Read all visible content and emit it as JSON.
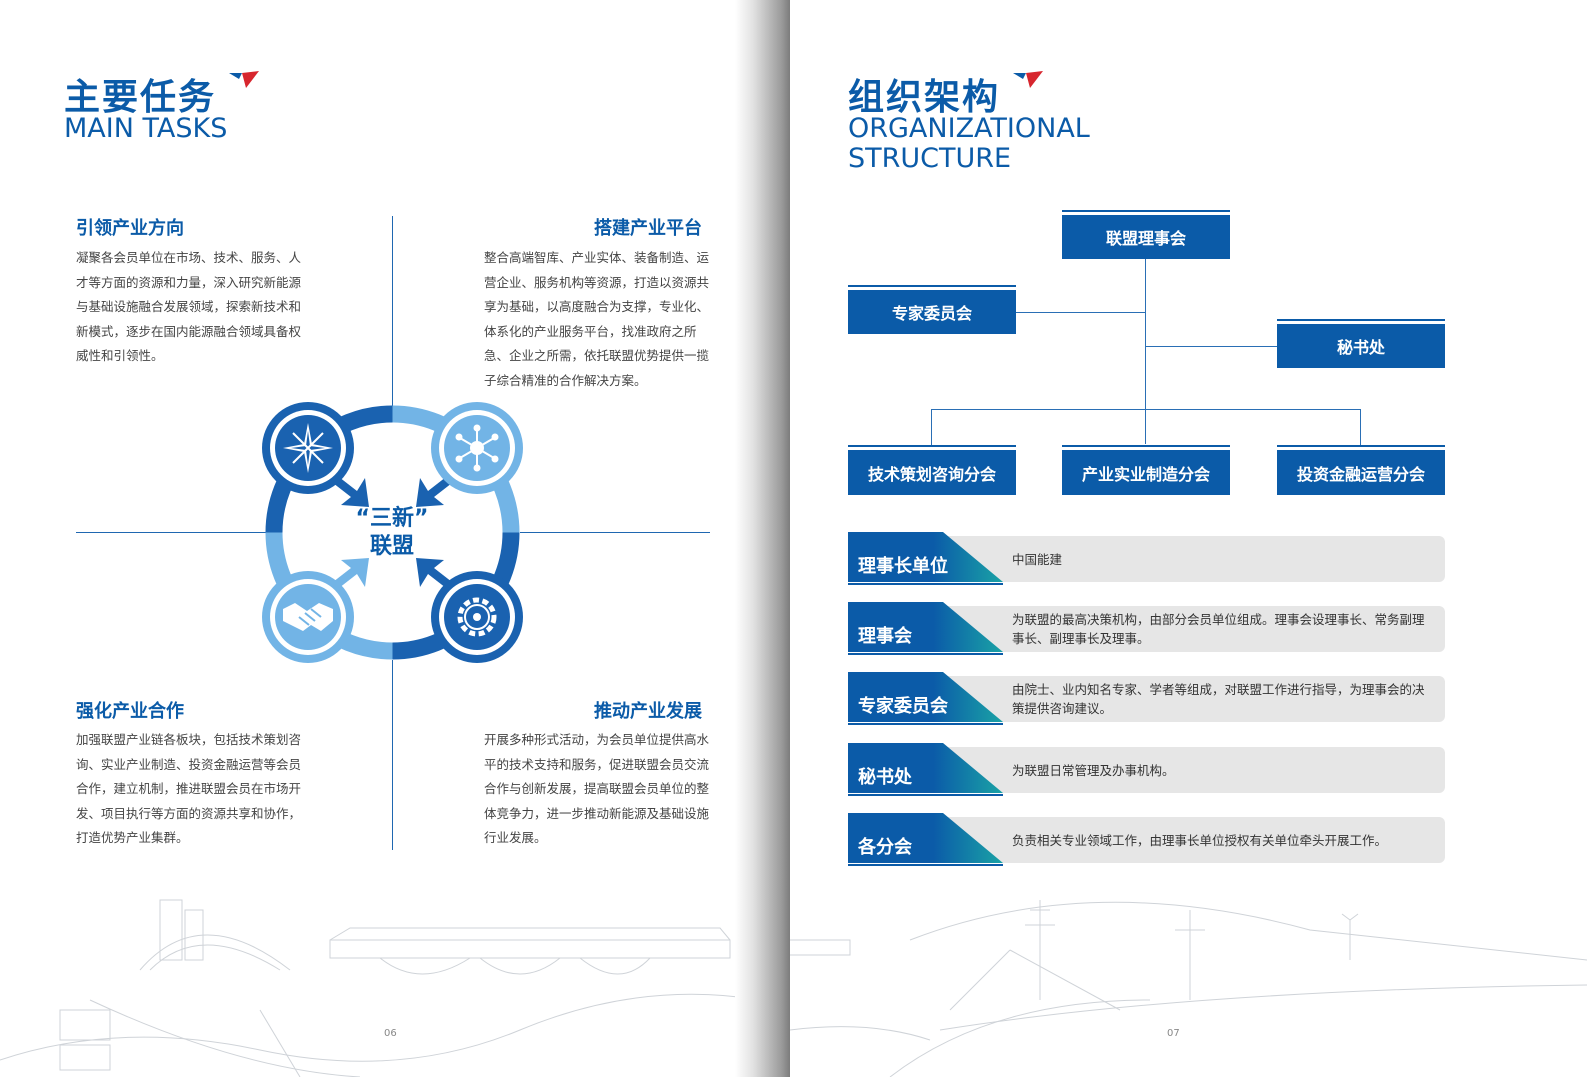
{
  "left": {
    "title_cn": "主要任务",
    "title_en": "MAIN TASKS",
    "sections": [
      {
        "heading": "引领产业方向",
        "body": "凝聚各会员单位在市场、技术、服务、人才等方面的资源和力量，深入研究新能源与基础设施融合发展领域，探索新技术和新模式，逐步在国内能源融合领域具备权威性和引领性。"
      },
      {
        "heading": "搭建产业平台",
        "body": "整合高端智库、产业实体、装备制造、运营企业、服务机构等资源，打造以资源共享为基础，以高度融合为支撑，专业化、体系化的产业服务平台，找准政府之所急、企业之所需，依托联盟优势提供一揽子综合精准的合作解决方案。"
      },
      {
        "heading": "强化产业合作",
        "body": "加强联盟产业链各板块，包括技术策划咨询、实业产业制造、投资金融运营等会员合作，建立机制，推进联盟会员在市场开发、项目执行等方面的资源共享和协作，打造优势产业集群。"
      },
      {
        "heading": "推动产业发展",
        "body": "开展多种形式活动，为会员单位提供高水平的技术支持和服务，促进联盟会员交流合作与创新发展，提高联盟会员单位的整体竞争力，进一步推动新能源及基础设施行业发展。"
      }
    ],
    "center_line1": "“三新”",
    "center_line2": "联盟",
    "page_number": "06"
  },
  "right": {
    "title_cn": "组织架构",
    "title_en_line1": "ORGANIZATIONAL",
    "title_en_line2": "STRUCTURE",
    "org": {
      "top": "联盟理事会",
      "left_mid": "专家委员会",
      "right_mid": "秘书处",
      "bottom": [
        "技术策划咨询分会",
        "产业实业制造分会",
        "投资金融运营分会"
      ]
    },
    "descriptions": [
      {
        "label": "理事长单位",
        "text": "中国能建"
      },
      {
        "label": "理事会",
        "text": "为联盟的最高决策机构，由部分会员单位组成。理事会设理事长、常务副理事长、副理事长及理事。"
      },
      {
        "label": "专家委员会",
        "text": "由院士、业内知名专家、学者等组成，对联盟工作进行指导，为理事会的决策提供咨询建议。"
      },
      {
        "label": "秘书处",
        "text": "为联盟日常管理及办事机构。"
      },
      {
        "label": "各分会",
        "text": "负责相关专业领域工作，由理事长单位授权有关单位牵头开展工作。"
      }
    ],
    "page_number": "07"
  },
  "colors": {
    "primary_blue": "#0b5ba8",
    "light_blue": "#72b4e6",
    "accent_red": "#d7262e",
    "teal": "#1aa3a6"
  },
  "icons": [
    "compass-icon",
    "network-icon",
    "handshake-icon",
    "gear-icon"
  ]
}
